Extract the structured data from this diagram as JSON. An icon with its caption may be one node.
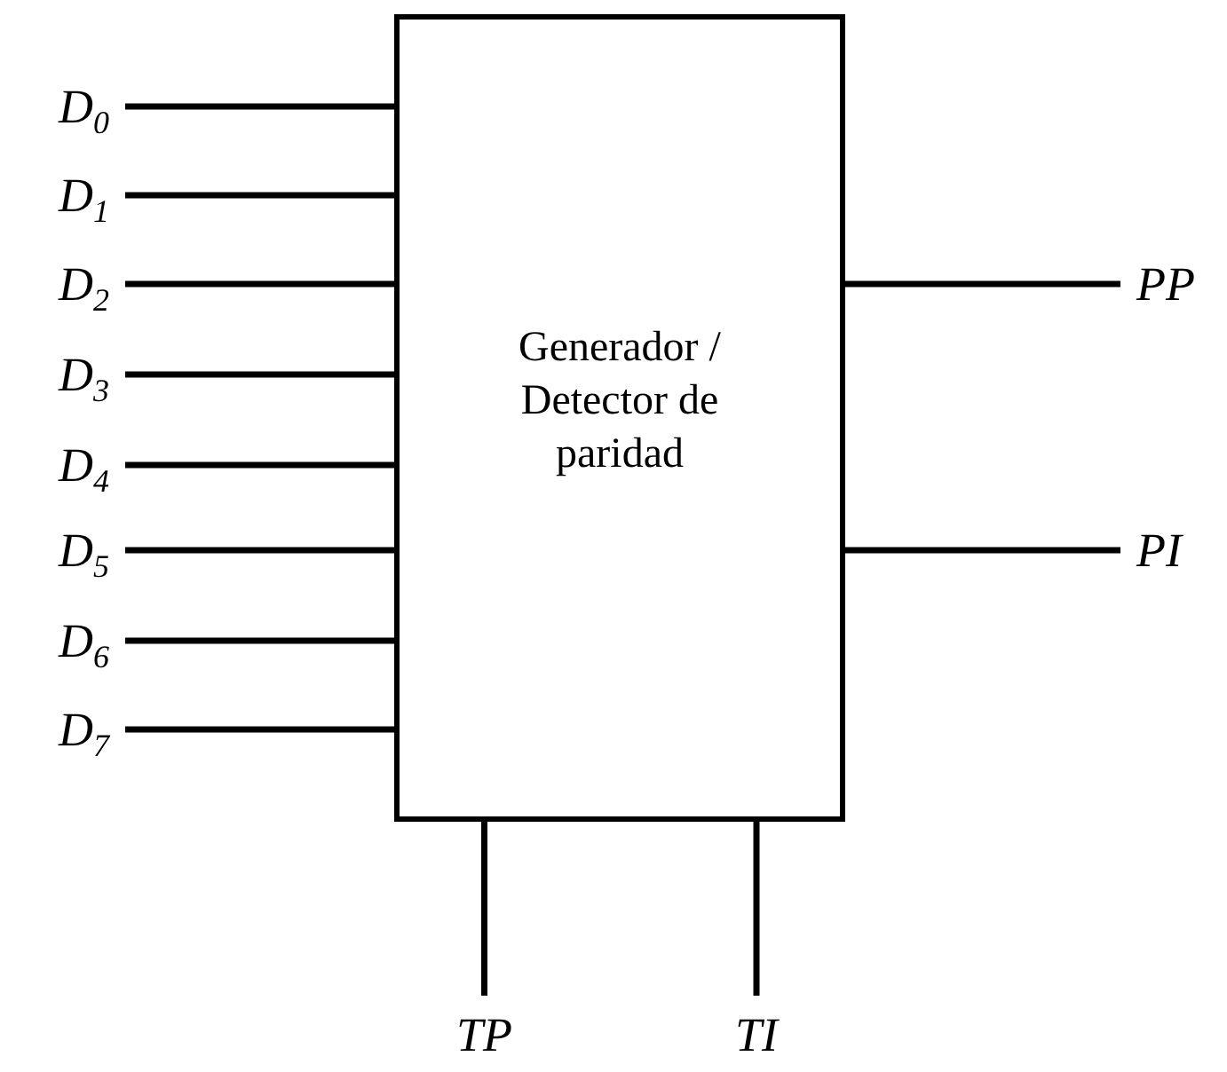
{
  "diagram": {
    "nodes": [
      {
        "text": [
          "Generador / Detector de paridad"
        ]
      },
      {
        "text": [
          "D$_{0}$"
        ]
      },
      {
        "text": [
          "D$_{1}$"
        ]
      },
      {
        "text": [
          "D$_{2}$"
        ]
      },
      {
        "text": [
          "D$_{3}$"
        ]
      },
      {
        "text": [
          "D$_{4}$"
        ]
      },
      {
        "text": [
          "D$_{5}$"
        ]
      },
      {
        "text": [
          "D$_{6}$"
        ]
      },
      {
        "text": [
          "D$_{7}$"
        ]
      },
      {
        "text": [
          "PP"
        ]
      },
      {
        "text": [
          "PI"
        ]
      },
      {
        "text": [
          "TP"
        ]
      },
      {
        "text": [
          "TI"
        ]
      }
    ],
    "edges": [
      {
        "from": 1,
        "to": 0,
        "arrow": "none"
      },
      {
        "from": 2,
        "to": 0,
        "arrow": "none"
      },
      {
        "from": 3,
        "to": 0,
        "arrow": "none"
      },
      {
        "from": 4,
        "to": 0,
        "arrow": "none"
      },
      {
        "from": 5,
        "to": 0,
        "arrow": "none"
      },
      {
        "from": 6,
        "to": 0,
        "arrow": "none"
      },
      {
        "from": 7,
        "to": 0,
        "arrow": "none"
      },
      {
        "from": 8,
        "to": 0,
        "arrow": "none"
      },
      {
        "from": 0,
        "to": 9,
        "arrow": "none"
      },
      {
        "from": 0,
        "to": 10,
        "arrow": "none"
      },
      {
        "from": 0,
        "to": 11,
        "arrow": "none"
      },
      {
        "from": 0,
        "to": 12,
        "arrow": "none"
      }
    ]
  }
}
